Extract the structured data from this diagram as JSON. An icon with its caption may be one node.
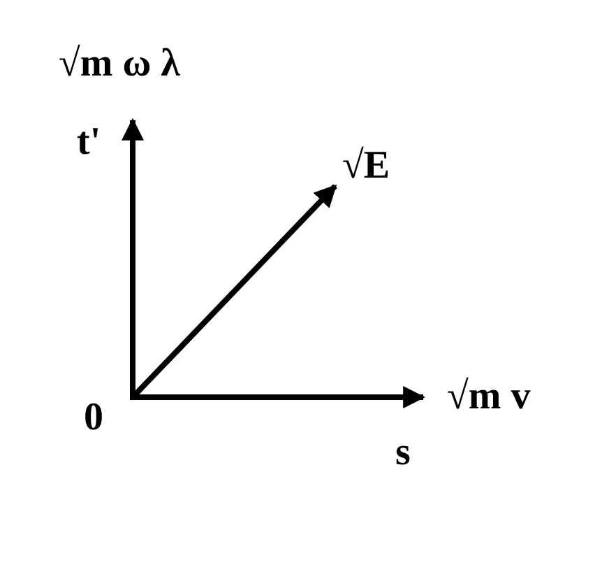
{
  "diagram": {
    "labels": [
      "√m ω λ",
      "t'",
      "√E",
      "0",
      "√m v",
      "s"
    ]
  }
}
